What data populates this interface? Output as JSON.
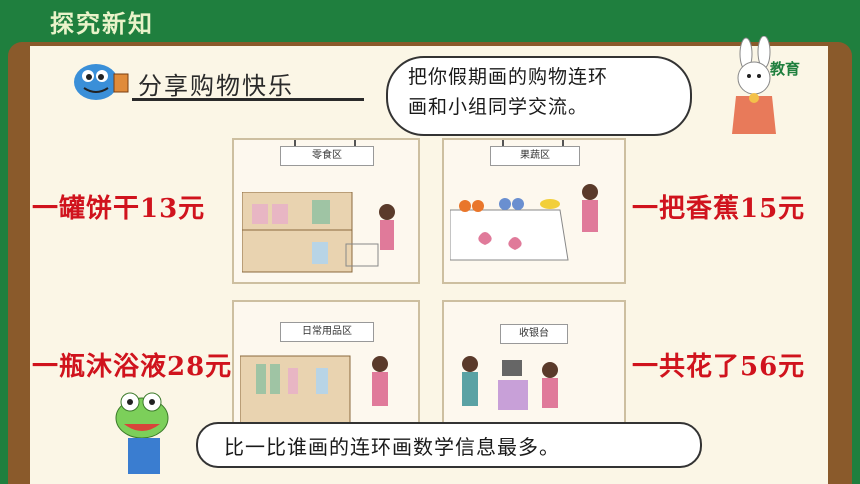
{
  "header": {
    "title": "探究新知"
  },
  "section": {
    "title": "分享购物快乐"
  },
  "teacher_bubble": {
    "line1": "把你假期画的购物连环",
    "line2": "画和小组同学交流。"
  },
  "logo": {
    "text": "教育"
  },
  "scenes": [
    {
      "sign": "零食区"
    },
    {
      "sign": "果蔬区"
    },
    {
      "sign": "日常用品区"
    },
    {
      "sign": "收银台"
    }
  ],
  "labels": {
    "top_left": "一罐饼干13元",
    "top_right": "一把香蕉15元",
    "bottom_left": "一瓶沐浴液28元",
    "bottom_right": "一共花了56元"
  },
  "bottom_bubble": {
    "text": "比一比谁画的连环画数学信息最多。"
  },
  "colors": {
    "header_bg": "#1f7f3e",
    "board": "#8a5a2b",
    "panel": "#fbf6e6",
    "label_red": "#d0131d"
  }
}
